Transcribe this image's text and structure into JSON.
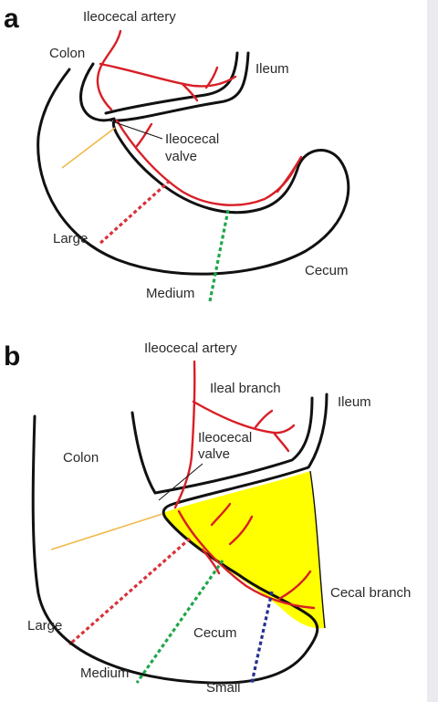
{
  "panel_a": {
    "letter": "a",
    "labels": {
      "ileocecal_artery": "Ileocecal artery",
      "colon": "Colon",
      "ileum": "Ileum",
      "ileocecal_valve_line1": "Ileocecal",
      "ileocecal_valve_line2": "valve",
      "large": "Large",
      "medium": "Medium",
      "cecum": "Cecum"
    }
  },
  "panel_b": {
    "letter": "b",
    "labels": {
      "ileocecal_artery": "Ileocecal artery",
      "ileal_branch": "Ileal branch",
      "ileum": "Ileum",
      "colon": "Colon",
      "ileocecal_valve_line1": "Ileocecal",
      "ileocecal_valve_line2": "valve",
      "cecal_branch": "Cecal branch",
      "large": "Large",
      "cecum": "Cecum",
      "medium": "Medium",
      "small": "Small"
    }
  },
  "colors": {
    "artery": "#d81f26",
    "large_cut": "#d8323a",
    "medium_cut": "#1fa64a",
    "small_cut": "#25308f",
    "resected_area": "#ffff00",
    "valve_line": "#f0b94a"
  }
}
